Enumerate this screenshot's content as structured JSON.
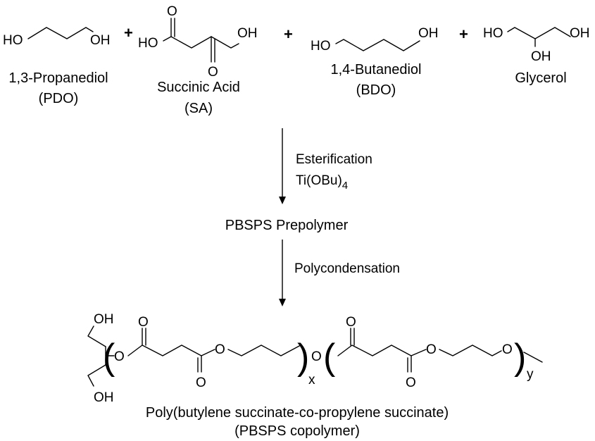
{
  "atoms": {
    "ho": "HO",
    "oh": "OH",
    "o": "O"
  },
  "plus": "+",
  "reactants": [
    {
      "name": "1,3-Propanediol",
      "abbr": "(PDO)"
    },
    {
      "name": "Succinic Acid",
      "abbr": "(SA)"
    },
    {
      "name": "1,4-Butanediol",
      "abbr": "(BDO)"
    },
    {
      "name": "Glycerol",
      "abbr": ""
    }
  ],
  "step1": {
    "label": "Esterification",
    "catalyst": "Ti(OBu)",
    "catalyst_subscript": "4"
  },
  "intermediate": "PBSPS Prepolymer",
  "step2": {
    "label": "Polycondensation"
  },
  "product": {
    "subscript_x": "x",
    "subscript_y": "y",
    "name": "Poly(butylene succinate-co-propylene succinate)",
    "abbr": "(PBSPS copolymer)"
  }
}
